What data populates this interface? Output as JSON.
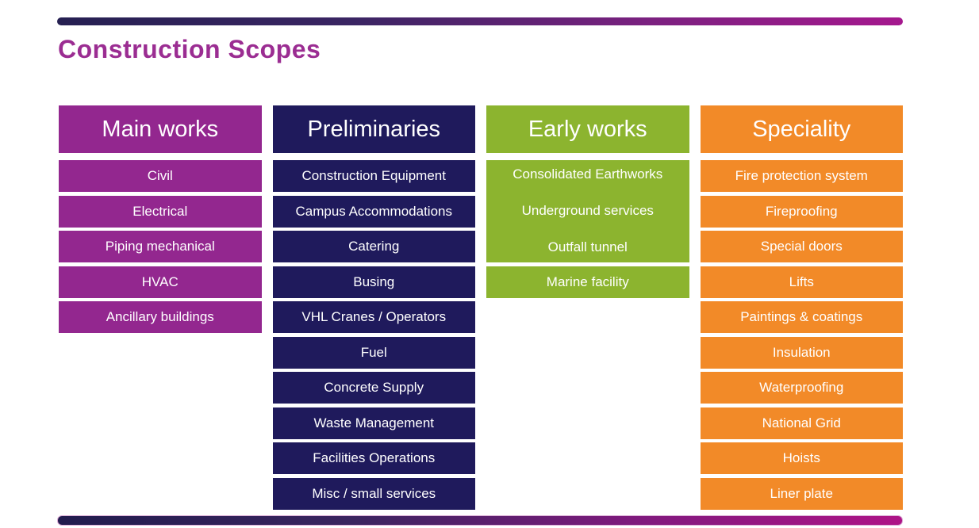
{
  "slide": {
    "title": "Construction Scopes"
  },
  "colors": {
    "title_text": "#9B2D92",
    "purple": "#93278F",
    "navy": "#1F1A5C",
    "green": "#8CB42F",
    "orange": "#F28A28",
    "item_text": "#FFFFFF",
    "bar_gradient_left": "#221C4E",
    "bar_gradient_right": "#AE1487"
  },
  "columns": [
    {
      "header": "Main works",
      "color": "purple",
      "items": [
        "Civil",
        "Electrical",
        "Piping mechanical",
        "HVAC",
        "Ancillary buildings"
      ]
    },
    {
      "header": "Preliminaries",
      "color": "navy",
      "items": [
        "Construction Equipment",
        "Campus Accommodations",
        "Catering",
        "Busing",
        "VHL Cranes / Operators",
        "Fuel",
        "Concrete Supply",
        "Waste Management",
        "Facilities Operations",
        "Misc / small services"
      ]
    },
    {
      "header": "Early works",
      "color": "green",
      "merged_items": [
        "Consolidated Earthworks",
        "Underground services",
        "Outfall tunnel"
      ],
      "items": [
        "Marine facility"
      ]
    },
    {
      "header": "Speciality",
      "color": "orange",
      "items": [
        "Fire protection system",
        "Fireproofing",
        "Special doors",
        "Lifts",
        "Paintings & coatings",
        "Insulation",
        "Waterproofing",
        "National Grid",
        "Hoists",
        "Liner plate"
      ]
    }
  ]
}
